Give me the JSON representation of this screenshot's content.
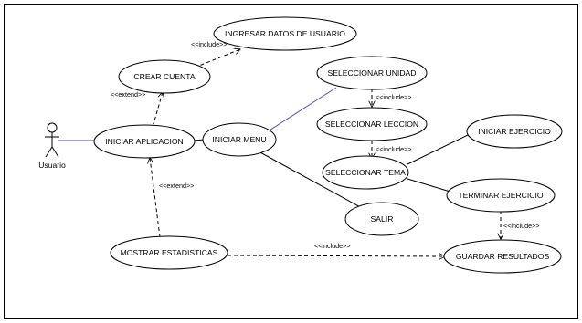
{
  "actor": {
    "name": "Usuario"
  },
  "use_cases": {
    "ingresar_datos": "INGRESAR DATOS DE USUARIO",
    "crear_cuenta": "CREAR CUENTA",
    "seleccionar_unidad": "SELECCIONAR UNIDAD",
    "seleccionar_leccion": "SELECCIONAR LECCION",
    "iniciar_ejercicio": "INICIAR EJERCICIO",
    "iniciar_aplicacion": "INICIAR APLICACION",
    "iniciar_menu": "INICIAR MENU",
    "seleccionar_tema": "SELECCIONAR TEMA",
    "terminar_ejercicio": "TERMINAR EJERCICIO",
    "salir": "SALIR",
    "mostrar_estadisticas": "MOSTRAR ESTADISTICAS",
    "guardar_resultados": "GUARDAR RESULTADOS"
  },
  "relations": {
    "include": "<<include>>",
    "extend": "<<extend>>"
  },
  "colors": {
    "border": "#000000",
    "association_actor": "#3c3cb4",
    "association_unidad": "#4b4bd2",
    "association": "#000000"
  }
}
